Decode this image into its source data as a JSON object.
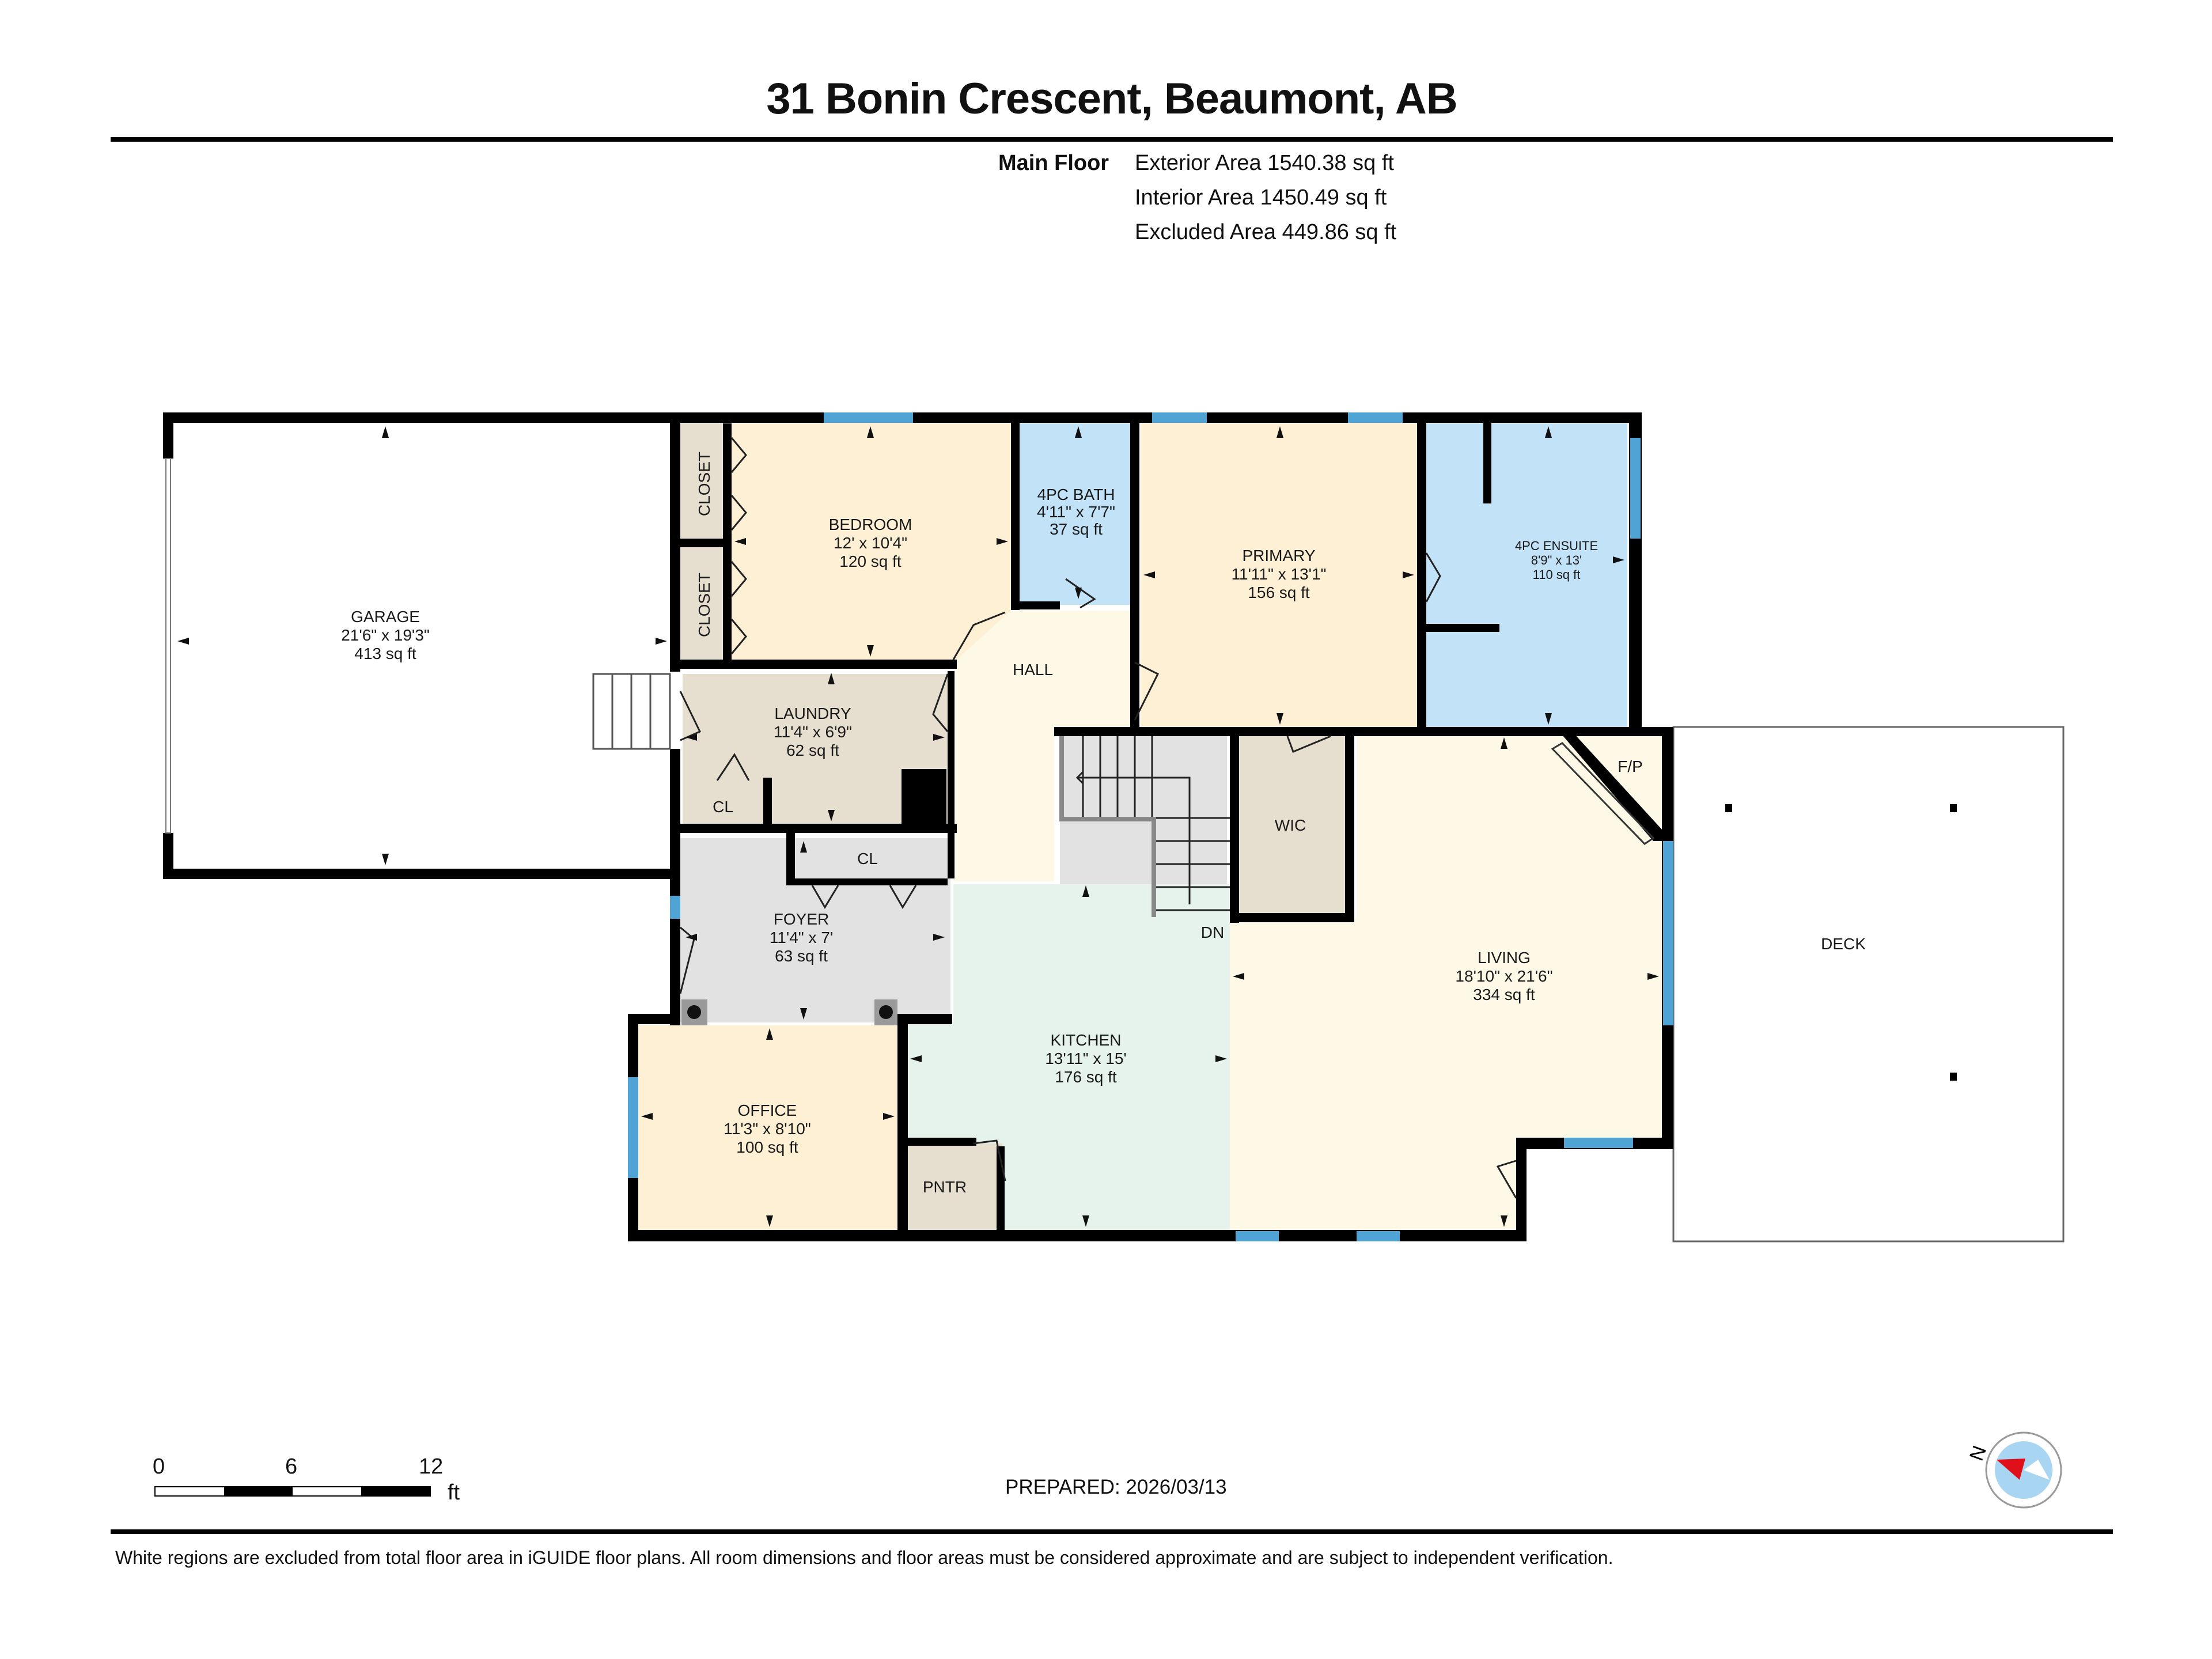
{
  "header": {
    "title": "31 Bonin Crescent, Beaumont, AB",
    "floor_label": "Main Floor",
    "areas": [
      "Exterior Area 1540.38 sq ft",
      "Interior Area 1450.49 sq ft",
      "Excluded Area 449.86 sq ft"
    ]
  },
  "rooms": {
    "garage": {
      "name": "GARAGE",
      "dims": "21'6\" x 19'3\"",
      "area": "413 sq ft"
    },
    "closet1": {
      "name": "CLOSET"
    },
    "closet2": {
      "name": "CLOSET"
    },
    "bedroom": {
      "name": "BEDROOM",
      "dims": "12' x 10'4\"",
      "area": "120 sq ft"
    },
    "bath": {
      "name": "4PC BATH",
      "dims": "4'11\" x 7'7\"",
      "area": "37 sq ft"
    },
    "primary": {
      "name": "PRIMARY",
      "dims": "11'11\" x 13'1\"",
      "area": "156 sq ft"
    },
    "ensuite": {
      "name": "4PC ENSUITE",
      "dims": "8'9\" x 13'",
      "area": "110 sq ft"
    },
    "hall": {
      "name": "HALL"
    },
    "laundry": {
      "name": "LAUNDRY",
      "dims": "11'4\" x 6'9\"",
      "area": "62 sq ft"
    },
    "cl_laundry": {
      "name": "CL"
    },
    "cl_foyer": {
      "name": "CL"
    },
    "wic": {
      "name": "WIC"
    },
    "fireplace": {
      "name": "F/P"
    },
    "foyer": {
      "name": "FOYER",
      "dims": "11'4\" x 7'",
      "area": "63 sq ft"
    },
    "stairs_label": "DN",
    "living": {
      "name": "LIVING",
      "dims": "18'10\" x 21'6\"",
      "area": "334 sq ft"
    },
    "deck": {
      "name": "DECK"
    },
    "kitchen": {
      "name": "KITCHEN",
      "dims": "13'11\" x 15'",
      "area": "176 sq ft"
    },
    "office": {
      "name": "OFFICE",
      "dims": "11'3\" x 8'10\"",
      "area": "100 sq ft"
    },
    "pantry": {
      "name": "PNTR"
    }
  },
  "scale": {
    "ticks": [
      "0",
      "6",
      "12"
    ],
    "unit": "ft"
  },
  "prepared": "PREPARED: 2026/03/13",
  "compass": {
    "label": "N"
  },
  "disclaimer": "White regions are excluded from total floor area in iGUIDE floor plans. All room dimensions and floor areas must be considered approximate and are subject to independent verification.",
  "colors": {
    "wall": "#000000",
    "window": "#4FA3D5",
    "bedroom": "#FDF0D5",
    "bath": "#C2E2F8",
    "living": "#FEF9E7",
    "kitchen": "#E6F3EC",
    "utility": "#E6DFD0",
    "foyer": "#E2E2E2",
    "compass_red": "#E0101A"
  }
}
